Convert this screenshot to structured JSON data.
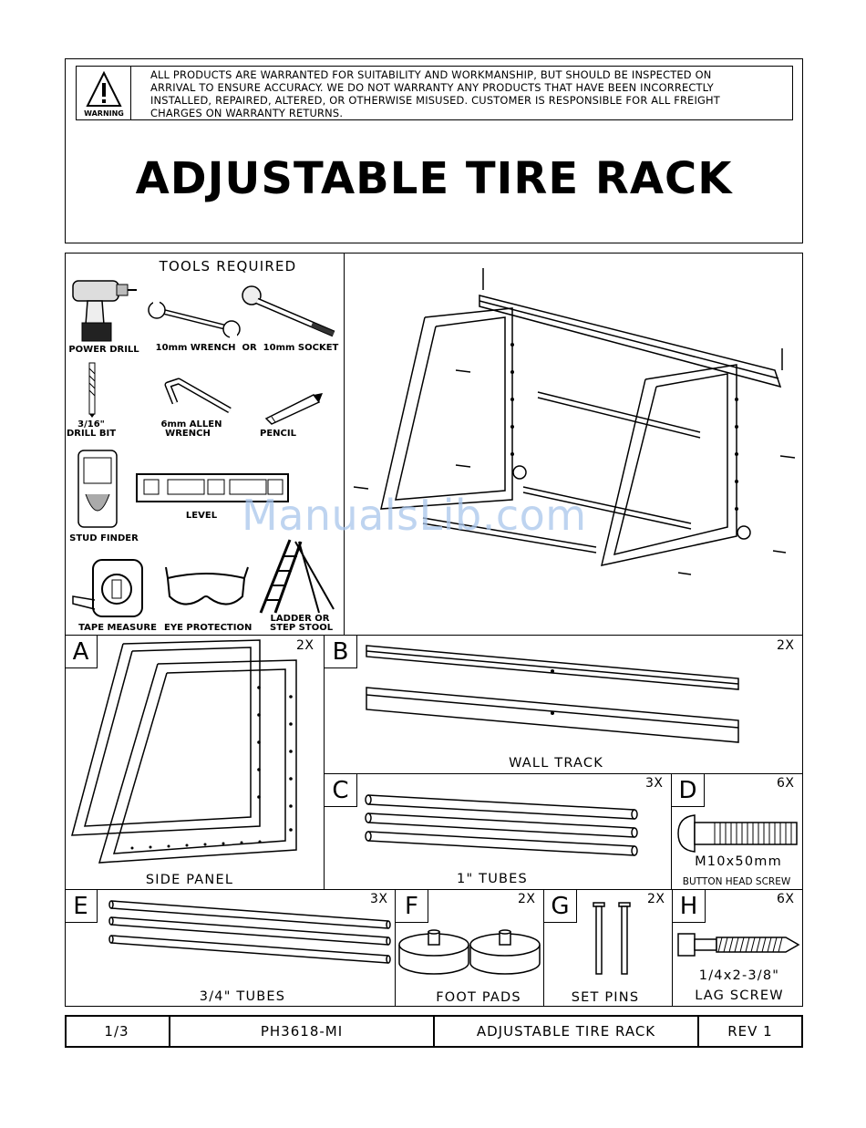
{
  "warning": {
    "icon_label": "WARNING",
    "lines": [
      "ALL PRODUCTS ARE WARRANTED FOR SUITABILITY AND WORKMANSHIP, BUT SHOULD BE INSPECTED ON",
      "ARRIVAL TO ENSURE ACCURACY. WE DO NOT WARRANTY ANY PRODUCTS THAT HAVE BEEN INCORRECTLY",
      "INSTALLED, REPAIRED, ALTERED, OR OTHERWISE MISUSED. CUSTOMER IS RESPONSIBLE FOR ALL FREIGHT",
      "CHARGES ON WARRANTY RETURNS."
    ]
  },
  "title": "ADJUSTABLE TIRE RACK",
  "tools": {
    "heading": "TOOLS REQUIRED",
    "power_drill": "POWER DRILL",
    "wrench_line": "10mm WRENCH  OR  10mm SOCKET",
    "drill_bit_1": "3/16\"",
    "drill_bit_2": "DRILL BIT",
    "allen_1": "6mm ALLEN",
    "allen_2": "WRENCH",
    "pencil": "PENCIL",
    "level": "LEVEL",
    "stud_finder": "STUD FINDER",
    "tape_measure": "TAPE MEASURE",
    "eye_protection": "EYE PROTECTION",
    "ladder_1": "LADDER OR",
    "ladder_2": "STEP STOOL"
  },
  "watermark": "ManualsLib.com",
  "parts": {
    "A": {
      "letter": "A",
      "qty": "2X",
      "name": "SIDE PANEL"
    },
    "B": {
      "letter": "B",
      "qty": "2X",
      "name": "WALL TRACK"
    },
    "C": {
      "letter": "C",
      "qty": "3X",
      "name": "1\" TUBES"
    },
    "D": {
      "letter": "D",
      "qty": "6X",
      "size": "M10x50mm",
      "name": "BUTTON HEAD SCREW"
    },
    "E": {
      "letter": "E",
      "qty": "3X",
      "name": "3/4\" TUBES"
    },
    "F": {
      "letter": "F",
      "qty": "2X",
      "name": "FOOT PADS"
    },
    "G": {
      "letter": "G",
      "qty": "2X",
      "name": "SET PINS"
    },
    "H": {
      "letter": "H",
      "qty": "6X",
      "size": "1/4x2-3/8\"",
      "name": "LAG SCREW"
    }
  },
  "footer": {
    "page": "1/3",
    "part_number": "PH3618-MI",
    "product": "ADJUSTABLE TIRE RACK",
    "revision": "REV 1"
  }
}
